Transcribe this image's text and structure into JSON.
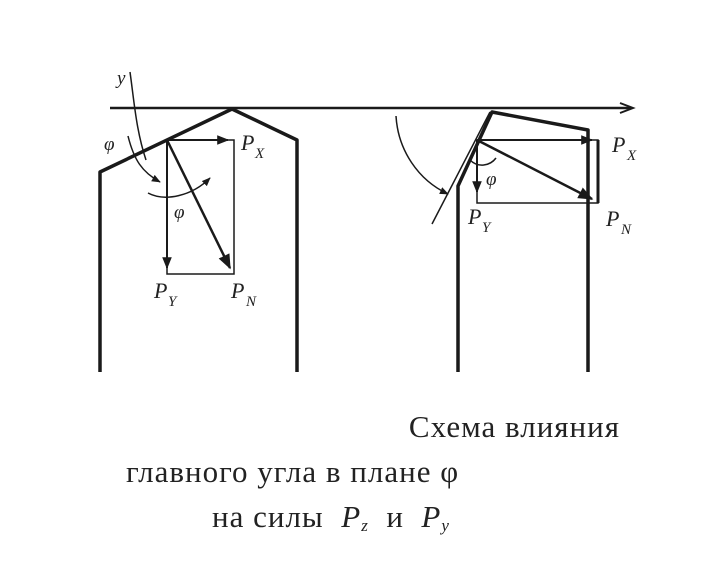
{
  "labels": {
    "left": {
      "y": "y",
      "phi_top": "φ",
      "phi_mid": "φ",
      "px": "P",
      "px_sub": "X",
      "pn": "P",
      "pn_sub": "N",
      "py": "P",
      "py_sub": "Y"
    },
    "right": {
      "phi": "φ",
      "px": "P",
      "px_sub": "X",
      "pn": "P",
      "pn_sub": "N",
      "py": "P",
      "py_sub": "Y"
    }
  },
  "caption": {
    "line1": "Схема влияния",
    "line2": "главного угла в плане φ",
    "line3_pre": "на силы",
    "line3_p1": "P",
    "line3_s1": "z",
    "line3_and": "и",
    "line3_p2": "P",
    "line3_s2": "y"
  }
}
